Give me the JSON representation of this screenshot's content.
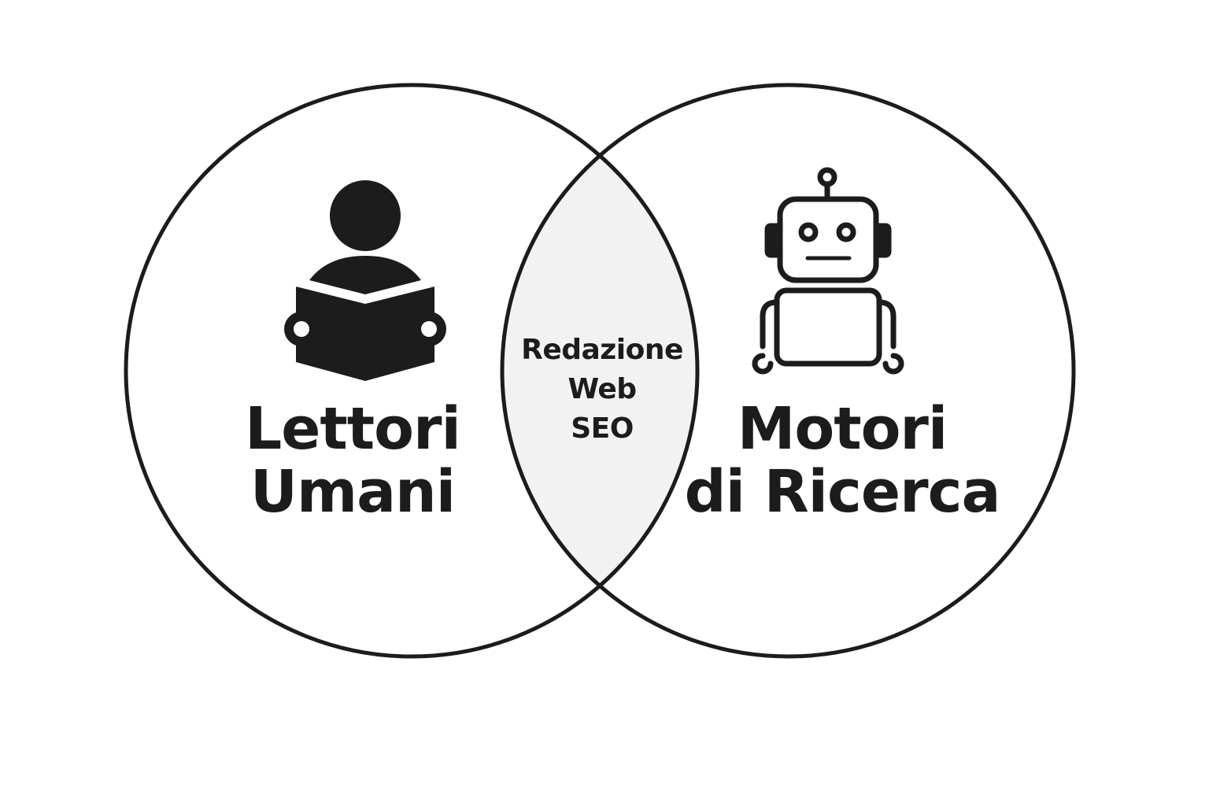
{
  "venn": {
    "left_set": {
      "line1": "Lettori",
      "line2": "Umani",
      "icon": "person-reading-book-icon"
    },
    "right_set": {
      "line1": "Motori",
      "line2": "di Ricerca",
      "icon": "robot-icon"
    },
    "intersection": {
      "line1": "Redazione",
      "line2": "Web",
      "line3": "SEO"
    },
    "colors": {
      "stroke": "#1c1c1c",
      "intersection_fill": "#f2f2f2",
      "background": "#ffffff"
    }
  }
}
